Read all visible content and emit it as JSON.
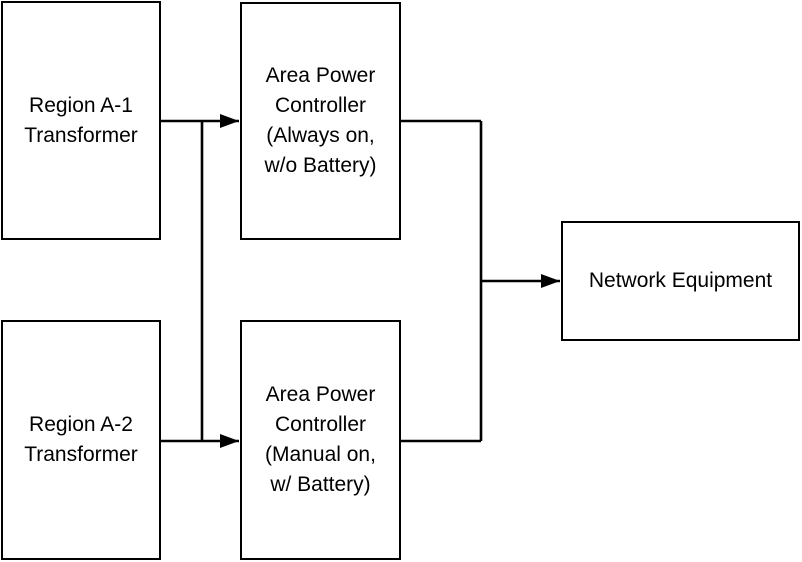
{
  "diagram": {
    "type": "block-diagram",
    "colors": {
      "stroke": "#000000",
      "node_fill": "#ffffff",
      "text": "#000000",
      "background": "#ffffff"
    },
    "nodes": {
      "transformer_a1": {
        "label": "Region A-1\nTransformer"
      },
      "transformer_a2": {
        "label": "Region A-2\nTransformer"
      },
      "controller_always_wo_battery": {
        "label": "Area Power\nController\n(Always on,\nw/o Battery)"
      },
      "controller_manual_w_battery": {
        "label": "Area Power\nController\n(Manual on,\nw/ Battery)"
      },
      "network_equipment": {
        "label": "Network Equipment"
      }
    },
    "edges": [
      {
        "from": "transformer_a1",
        "to": "controller_always_wo_battery",
        "arrow": true
      },
      {
        "from": "transformer_a1",
        "to": "controller_manual_w_battery",
        "arrow": true
      },
      {
        "from": "transformer_a2",
        "to": "controller_always_wo_battery",
        "arrow": true
      },
      {
        "from": "transformer_a2",
        "to": "controller_manual_w_battery",
        "arrow": true
      },
      {
        "from": "controller_always_wo_battery",
        "to": "network_equipment",
        "arrow": true
      },
      {
        "from": "controller_manual_w_battery",
        "to": "network_equipment",
        "arrow": true
      }
    ]
  }
}
